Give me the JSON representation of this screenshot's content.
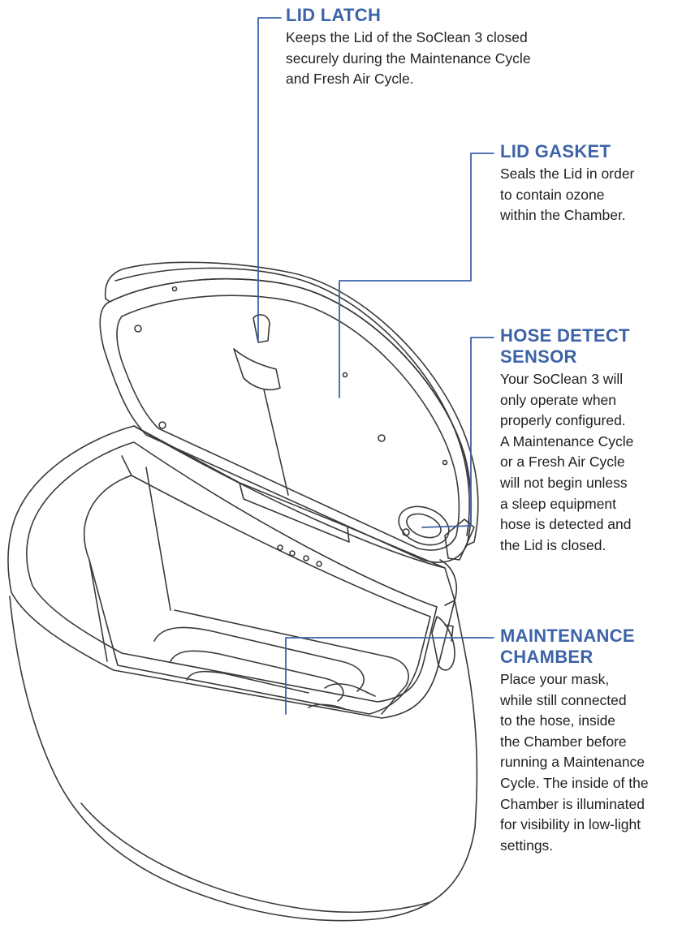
{
  "colors": {
    "accent": "#3d63a8",
    "line_art": "#3a3a3a",
    "body_text": "#1f1f1f"
  },
  "callouts": {
    "lid_latch": {
      "title": "LID LATCH",
      "body": "Keeps the Lid of the SoClean 3 closed\nsecurely during the Maintenance Cycle\nand Fresh Air Cycle."
    },
    "lid_gasket": {
      "title": "LID GASKET",
      "body": "Seals the Lid in order\nto contain ozone\nwithin the Chamber."
    },
    "hose_detect_sensor": {
      "title": "HOSE DETECT\nSENSOR",
      "body": "Your SoClean 3 will\nonly operate when\nproperly configured.\nA Maintenance Cycle\nor a Fresh Air Cycle\nwill not begin unless\na sleep equipment\nhose is detected and\nthe Lid is closed."
    },
    "maintenance_chamber": {
      "title": "MAINTENANCE\nCHAMBER",
      "body": "Place your mask,\nwhile still connected\nto the hose, inside\nthe Chamber before\nrunning a Maintenance\nCycle. The inside of the\nChamber is illuminated\nfor visibility in low-light\nsettings."
    }
  }
}
